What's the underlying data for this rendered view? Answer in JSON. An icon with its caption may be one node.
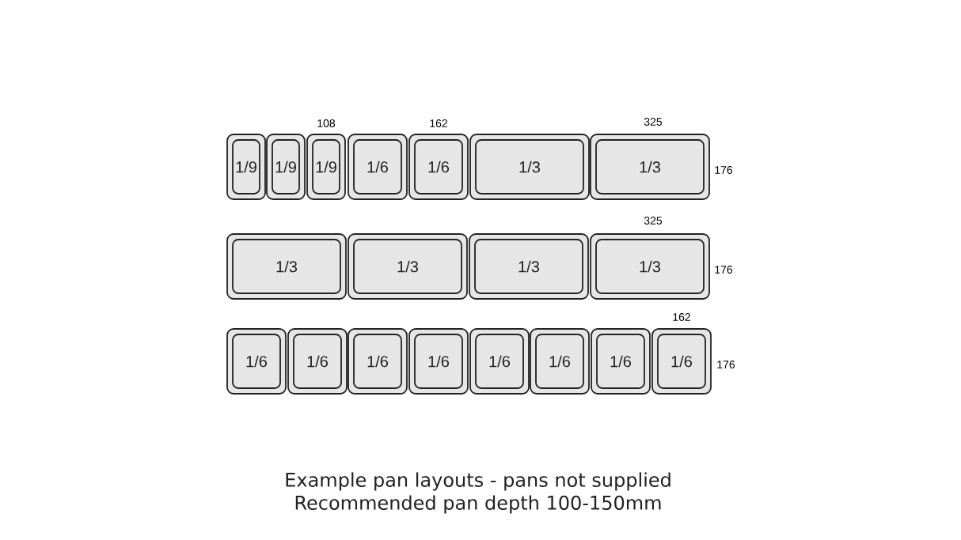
{
  "diagram": {
    "nodes": [
      {
        "text": [
          "1/9"
        ]
      },
      {
        "text": [
          "1/9"
        ]
      },
      {
        "text": [
          "1/9"
        ]
      },
      {
        "text": [
          "1/6"
        ]
      },
      {
        "text": [
          "1/6"
        ]
      },
      {
        "text": [
          "1/3"
        ]
      },
      {
        "text": [
          "1/3"
        ]
      },
      {
        "text": [
          "1/3"
        ]
      },
      {
        "text": [
          "1/3"
        ]
      },
      {
        "text": [
          "1/3"
        ]
      },
      {
        "text": [
          "1/3"
        ]
      },
      {
        "text": [
          "1/6"
        ]
      },
      {
        "text": [
          "1/6"
        ]
      },
      {
        "text": [
          "1/6"
        ]
      },
      {
        "text": [
          "1/6"
        ]
      },
      {
        "text": [
          "1/6"
        ]
      },
      {
        "text": [
          "1/6"
        ]
      },
      {
        "text": [
          "1/6"
        ]
      },
      {
        "text": [
          "1/6"
        ]
      }
    ],
    "labels": [
      "108",
      "162",
      "325",
      "176",
      "325",
      "176",
      "162",
      "176",
      "Example pan layouts - pans not supplied",
      "Recommended pan depth 100-150mm"
    ]
  }
}
